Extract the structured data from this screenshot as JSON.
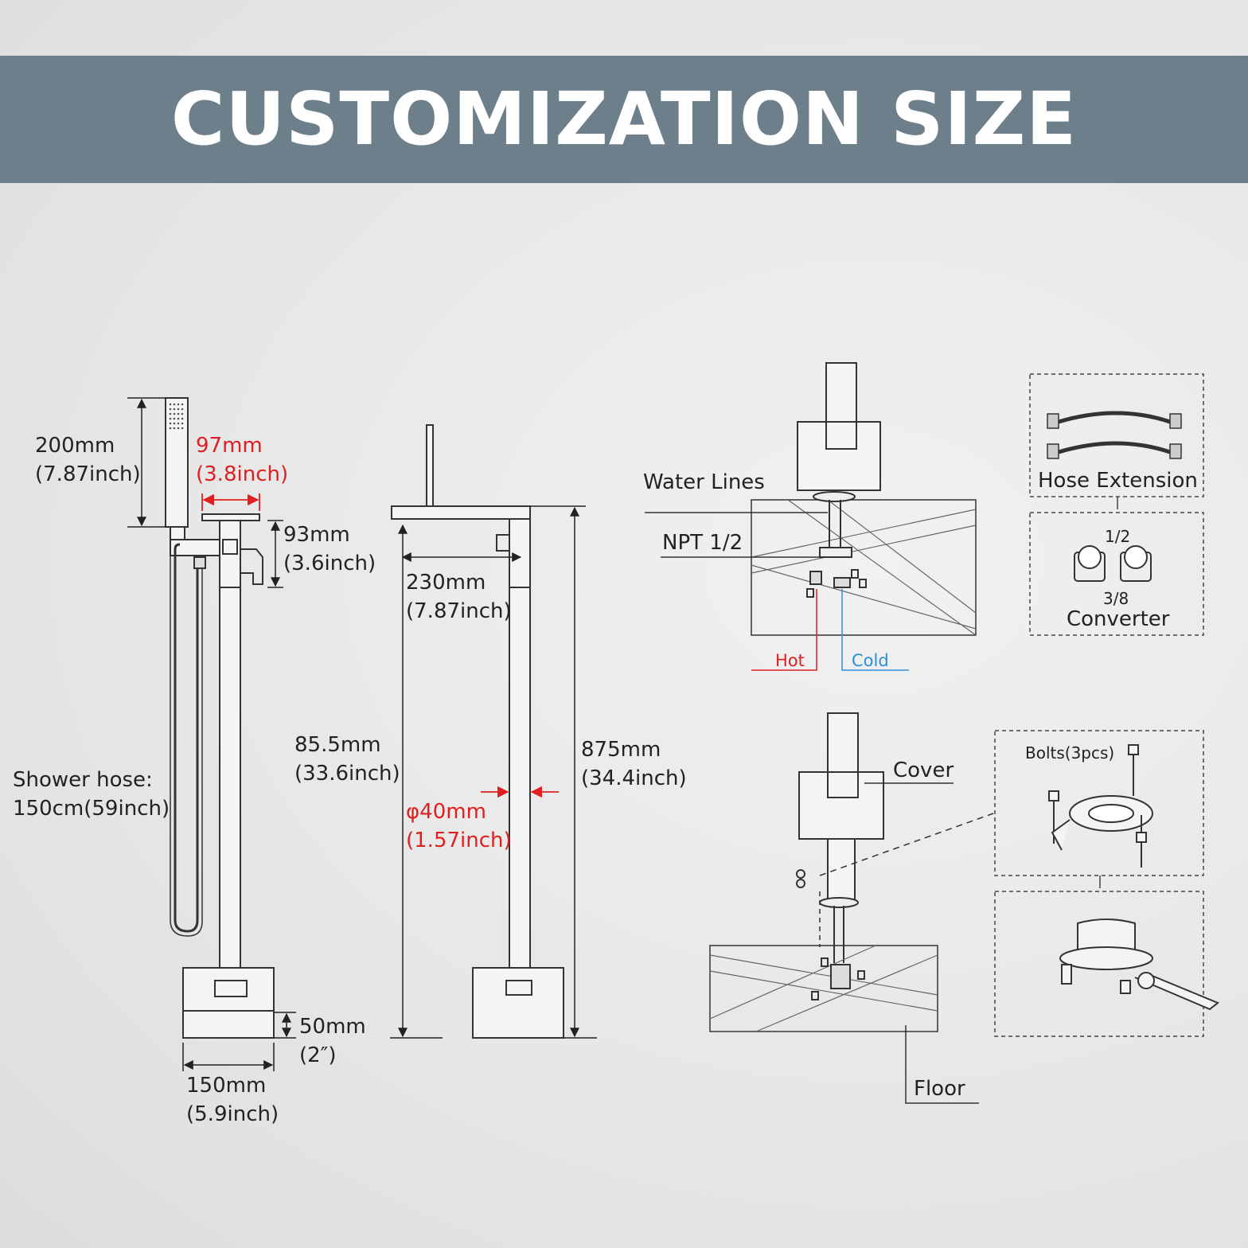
{
  "banner": {
    "title": "CUSTOMIZATION SIZE"
  },
  "colors": {
    "banner": "#6d7f8b",
    "dimension_red": "#e02020",
    "hot": "#e02020",
    "cold": "#2b8fd6"
  },
  "dimensions": {
    "handshower_length": "200mm",
    "handshower_length_in": "(7.87inch)",
    "handle_width": "97mm",
    "handle_width_in": "(3.8inch)",
    "handle_height": "93mm",
    "handle_height_in": "(3.6inch)",
    "hose_label": "Shower hose:",
    "hose_length": "150cm(59inch)",
    "base_height": "50mm",
    "base_height_in": "(2″)",
    "base_width": "150mm",
    "base_width_in": "(5.9inch)",
    "spout_reach": "230mm",
    "spout_reach_in": "(7.87inch)",
    "column_height": "85.5mm",
    "column_height_in": "(33.6inch)",
    "total_height": "875mm",
    "total_height_in": "(34.4inch)",
    "pipe_diameter": "φ40mm",
    "pipe_diameter_in": "(1.57inch)"
  },
  "installation": {
    "water_lines": "Water Lines",
    "npt": "NPT 1/2",
    "hot": "Hot",
    "cold": "Cold",
    "cover": "Cover",
    "floor": "Floor"
  },
  "accessories": {
    "hose_extension": "Hose Extension",
    "converter_top": "1/2",
    "converter_bottom": "3/8",
    "converter": "Converter",
    "bolts": "Bolts(3pcs)"
  }
}
